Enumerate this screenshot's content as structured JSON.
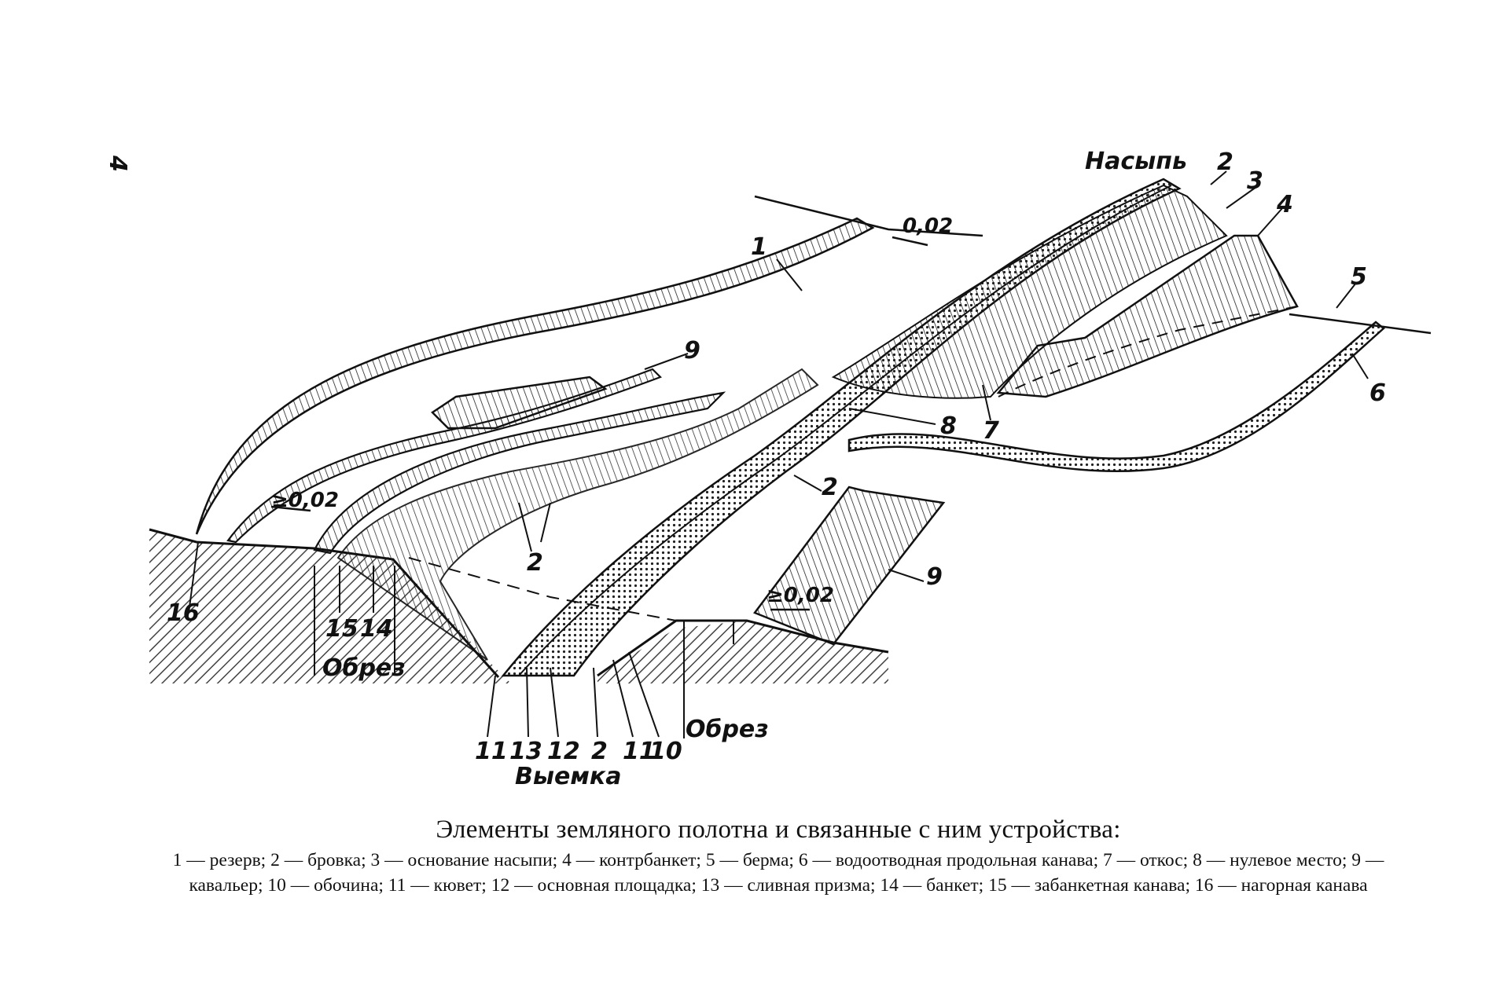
{
  "page_number": "4",
  "labels": {
    "embankment": "Насыпь",
    "cutting": "Выемка",
    "cut_edge_left": "Обрез",
    "cut_edge_right": "Обрез",
    "slope_top": "0,02",
    "slope_left": "≥0,02",
    "slope_right": "≥0,02",
    "n1": "1",
    "n2a": "2",
    "n2b": "2",
    "n2c": "2",
    "n2d": "2",
    "n3": "3",
    "n4": "4",
    "n5": "5",
    "n6": "6",
    "n7": "7",
    "n8": "8",
    "n9a": "9",
    "n9b": "9",
    "n10": "10",
    "n11a": "11",
    "n11b": "11",
    "n12": "12",
    "n13": "13",
    "n14": "14",
    "n15": "15",
    "n16": "16"
  },
  "caption": {
    "title": "Элементы земляного полотна и связанные с ним устройства:",
    "text": "1 — резерв; 2 — бровка; 3 — основание насыпи; 4 — контрбанкет; 5 — берма; 6 — водоотводная продольная канава; 7 — откос; 8 — нулевое место; 9 — кавальер; 10 — обочина; 11 — кювет; 12 — основная площадка; 13 — сливная призма; 14 — банкет; 15 — забанкетная канава; 16 — нагорная канава"
  }
}
